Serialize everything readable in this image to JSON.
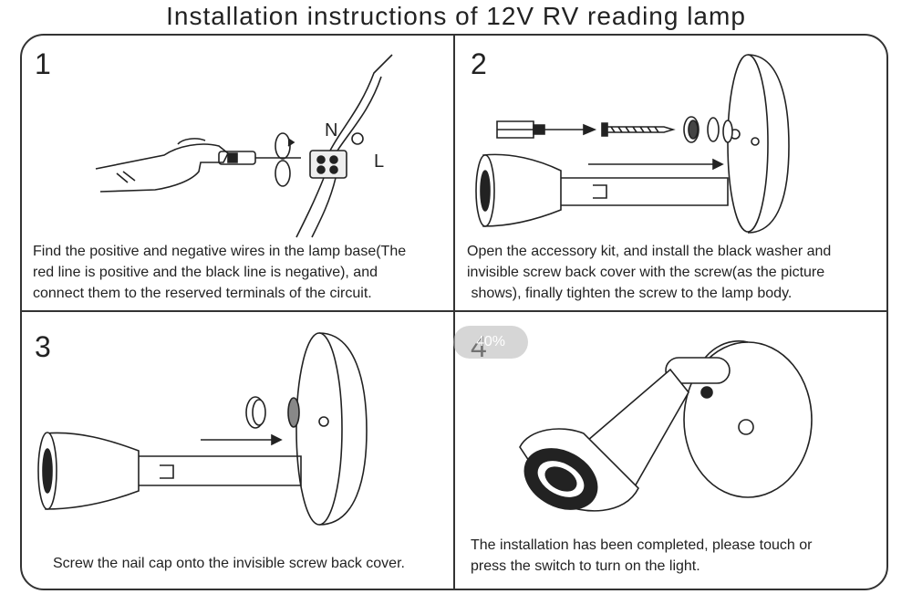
{
  "title": "Installation instructions of 12V RV reading lamp",
  "badge": "40%",
  "steps": [
    {
      "number": "1",
      "lines": [
        "Find the positive and negative wires in the lamp base(The",
        "red line is positive and the black line is negative), and",
        "connect them to the reserved terminals of the circuit."
      ],
      "labels": {
        "n": "N",
        "l": "L"
      }
    },
    {
      "number": "2",
      "lines": [
        "Open the accessory kit, and install the black washer and",
        "invisible screw back cover with the screw(as the picture",
        " shows), finally tighten the screw to the lamp body."
      ]
    },
    {
      "number": "3",
      "lines": [
        "Screw the nail cap onto the invisible screw back cover."
      ]
    },
    {
      "number": "4",
      "lines": [
        "The installation has been completed, please touch or",
        "press the switch to turn on the light."
      ]
    }
  ]
}
